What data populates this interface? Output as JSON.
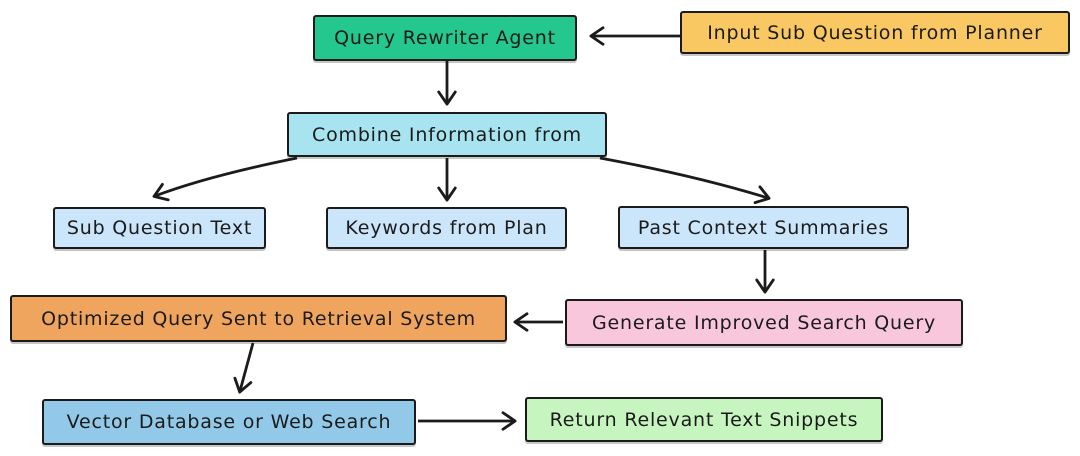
{
  "diagram": {
    "background": "#ffffff",
    "stroke_color": "#1b1b1b",
    "nodes": {
      "query_rewriter_agent": {
        "label": "Query Rewriter Agent",
        "fill": "#24c78d"
      },
      "input_sub_question": {
        "label": "Input Sub Question from Planner",
        "fill": "#f9c862"
      },
      "combine_information": {
        "label": "Combine Information from",
        "fill": "#a8e4ef"
      },
      "sub_question_text": {
        "label": "Sub Question Text",
        "fill": "#cbe6fa"
      },
      "keywords_from_plan": {
        "label": "Keywords from Plan",
        "fill": "#cbe6fa"
      },
      "past_context_summaries": {
        "label": "Past Context Summaries",
        "fill": "#cbe6fa"
      },
      "optimized_query": {
        "label": "Optimized Query Sent to Retrieval System",
        "fill": "#f0a55f"
      },
      "generate_improved_query": {
        "label": "Generate Improved Search Query",
        "fill": "#f9c7dc"
      },
      "vector_database": {
        "label": "Vector Database or Web Search",
        "fill": "#92c9e8"
      },
      "return_snippets": {
        "label": "Return Relevant Text Snippets",
        "fill": "#c7f5bf"
      }
    },
    "edges": [
      {
        "from": "input_sub_question",
        "to": "query_rewriter_agent"
      },
      {
        "from": "query_rewriter_agent",
        "to": "combine_information"
      },
      {
        "from": "combine_information",
        "to": "sub_question_text"
      },
      {
        "from": "combine_information",
        "to": "keywords_from_plan"
      },
      {
        "from": "combine_information",
        "to": "past_context_summaries"
      },
      {
        "from": "past_context_summaries",
        "to": "generate_improved_query"
      },
      {
        "from": "generate_improved_query",
        "to": "optimized_query"
      },
      {
        "from": "optimized_query",
        "to": "vector_database"
      },
      {
        "from": "vector_database",
        "to": "return_snippets"
      }
    ]
  }
}
